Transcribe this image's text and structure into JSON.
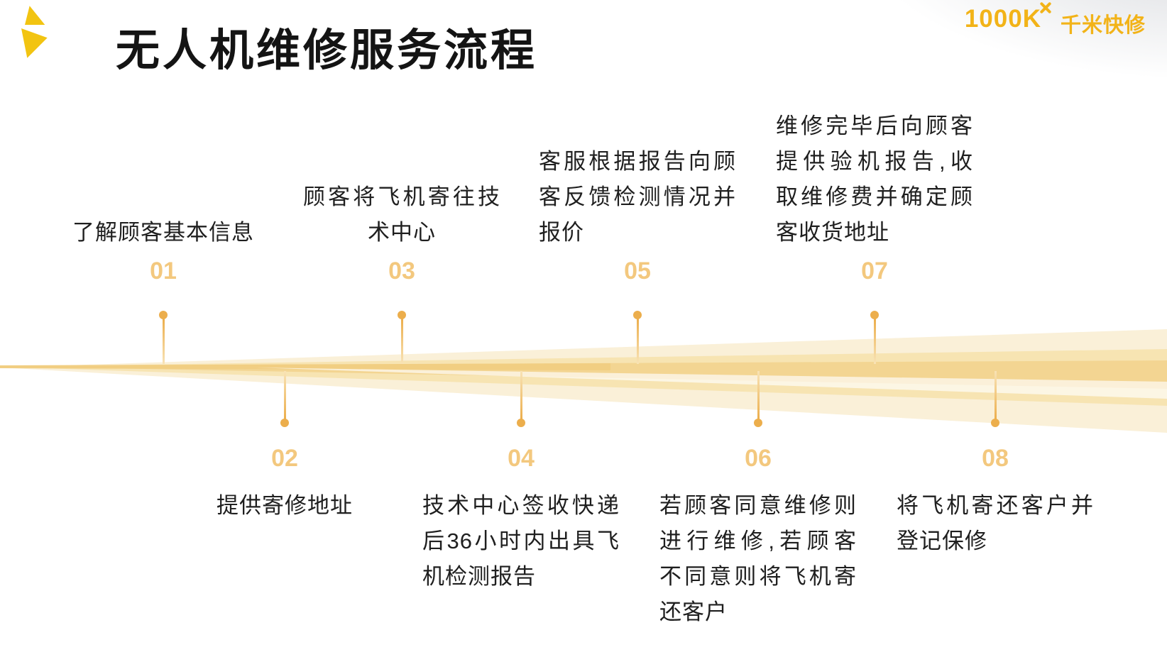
{
  "page": {
    "title": "无人机维修服务流程"
  },
  "brand": {
    "name": "1000K",
    "mark_icon": "x-cross",
    "cjk_name": "千米快修",
    "color": "#F2B318"
  },
  "logo_mark": {
    "icon": "two-yellow-triangles",
    "color": "#F2C411"
  },
  "colors": {
    "accent_gold": "#ECAE4C",
    "number_gold": "#F3C87E",
    "beam_soft": "#FAF0D8",
    "beam_mid": "#F6E2AC",
    "beam_core": "#F2D48F",
    "text_dark": "#1F1F1F"
  },
  "timeline": {
    "steps": [
      {
        "num": "01",
        "side": "top",
        "text": "了解顾客基本信息",
        "lines": [
          "了解顾客基本信息"
        ]
      },
      {
        "num": "02",
        "side": "bottom",
        "text": "提供寄修地址",
        "lines": [
          "提供寄修地址"
        ]
      },
      {
        "num": "03",
        "side": "top",
        "text": "顾客将飞机寄往技术中心",
        "lines": [
          "顾客将飞机寄往技",
          "术中心"
        ]
      },
      {
        "num": "04",
        "side": "bottom",
        "text": "技术中心签收快递后36小时内出具飞机检测报告",
        "lines": [
          "技术中心签收快递",
          "后36小时内出具飞",
          "机检测报告"
        ]
      },
      {
        "num": "05",
        "side": "top",
        "text": "客服根据报告向顾客反馈检测情况并报价",
        "lines": [
          "客服根据报告向顾",
          "客反馈检测情况并",
          "报价"
        ]
      },
      {
        "num": "06",
        "side": "bottom",
        "text": "若顾客同意维修则进行维修,若顾客不同意则将飞机寄还客户",
        "lines": [
          "若顾客同意维修则",
          "进行维修,若顾客",
          "不同意则将飞机寄",
          "还客户"
        ]
      },
      {
        "num": "07",
        "side": "top",
        "text": "维修完毕后向顾客提供验机报告,收取维修费并确定顾客收货地址",
        "lines": [
          "维修完毕后向顾客",
          "提供验机报告,收",
          "取维修费并确定顾",
          "客收货地址"
        ]
      },
      {
        "num": "08",
        "side": "bottom",
        "text": "将飞机寄还客户并登记保修",
        "lines": [
          "将飞机寄还客户并",
          "登记保修"
        ]
      }
    ]
  }
}
